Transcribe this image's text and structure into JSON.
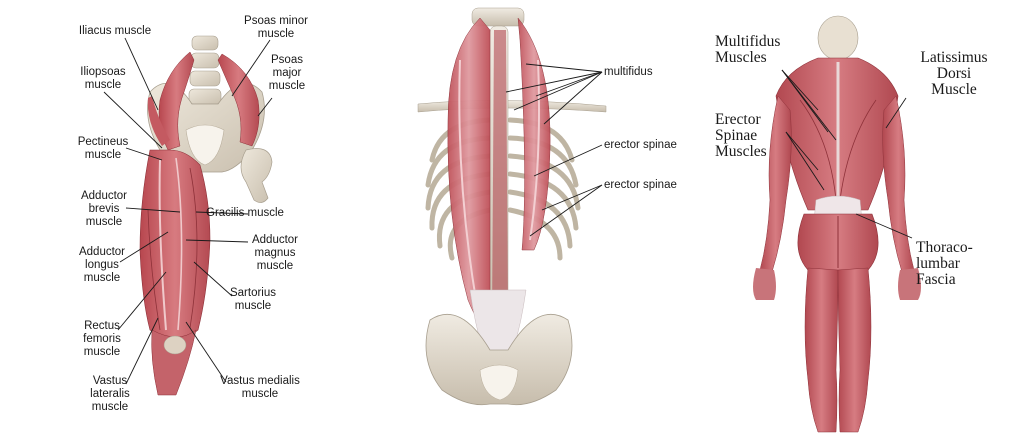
{
  "panels": [
    {
      "labels": {
        "iliacus": "Iliacus muscle",
        "psoas_minor": "Psoas minor\nmuscle",
        "psoas_major": "Psoas\nmajor\nmuscle",
        "iliopsoas": "Iliopsoas\nmuscle",
        "pectineus": "Pectineus\nmuscle",
        "adductor_brevis": "Adductor\nbrevis\nmuscle",
        "gracilis": "Gracilis muscle",
        "adductor_longus": "Adductor\nlongus\nmuscle",
        "adductor_magnus": "Adductor\nmagnus\nmuscle",
        "sartorius": "Sartorius\nmuscle",
        "rectus_femoris": "Rectus\nfemoris\nmuscle",
        "vastus_lateralis": "Vastus\nlateralis\nmuscle",
        "vastus_medialis": "Vastus medialis\nmuscle"
      }
    },
    {
      "labels": {
        "multifidus": "multifidus",
        "erector_spinae_1": "erector spinae",
        "erector_spinae_2": "erector spinae"
      }
    },
    {
      "labels": {
        "multifidus": "Multifidus\nMuscles",
        "latissimus": "Latissimus\nDorsi\nMuscle",
        "erector": "Erector\nSpinae\nMuscles",
        "thoracolumbar": "Thoraco-\nlumbar\nFascia"
      }
    }
  ],
  "colors": {
    "muscle": "#c9636a",
    "muscle_dark": "#a84049",
    "bone": "#e3dccd",
    "bone_shade": "#b9b0a0",
    "fascia": "#e8e2e4"
  }
}
